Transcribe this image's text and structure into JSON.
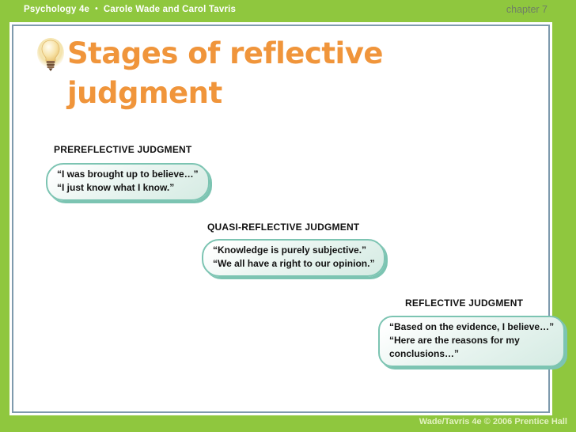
{
  "header": {
    "book": "Psychology 4e",
    "separator": "•",
    "authors": "Carole Wade and Carol Tavris",
    "chapter": "chapter 7"
  },
  "slide": {
    "title": "Stages of reflective judgment",
    "title_icon": "lightbulb-icon",
    "stages": [
      {
        "heading": "PREREFLECTIVE JUDGMENT",
        "quotes": [
          "“I was brought up to believe…”",
          "“I just know what I know.”"
        ]
      },
      {
        "heading": "QUASI-REFLECTIVE JUDGMENT",
        "quotes": [
          "“Knowledge is purely subjective.”",
          "“We all have a right to our opinion.”"
        ]
      },
      {
        "heading": "REFLECTIVE JUDGMENT",
        "quotes": [
          "“Based on the evidence, I believe…”",
          "“Here are the reasons for my conclusions…”"
        ]
      }
    ]
  },
  "footer": {
    "credit": "Wade/Tavris 4e © 2006 Prentice Hall"
  },
  "colors": {
    "page-green": "#8FC73E",
    "panel-border": "#7E9AAD",
    "title-orange": "#F0953B",
    "bubble-teal": "#7CC4B2",
    "chapter-gray": "#6F7F66",
    "footer-text": "#E3F2C1"
  }
}
